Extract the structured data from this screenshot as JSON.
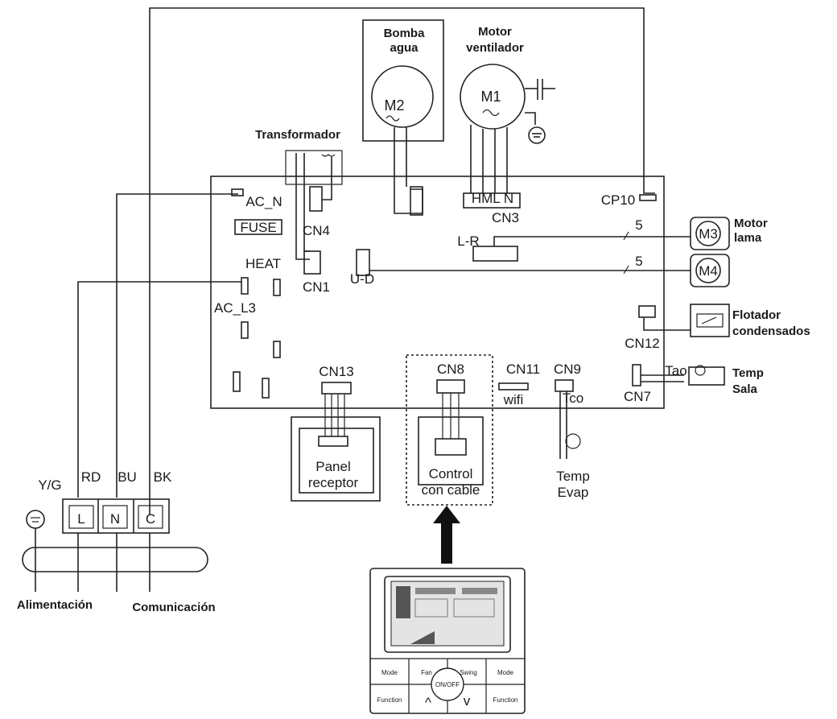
{
  "components": {
    "pump_title_1": "Bomba",
    "pump_title_2": "agua",
    "pump_symbol": "M2",
    "fan_title_1": "Motor",
    "fan_title_2": "ventilador",
    "fan_symbol": "M1",
    "transformer": "Transformador",
    "louver_motor_1": "Motor",
    "louver_motor_2": "lama",
    "louver_symbol": "M3",
    "updown_symbol": "M4",
    "float_1": "Flotador",
    "float_2": "condensados",
    "room_temp_1": "Temp",
    "room_temp_2": "Sala",
    "evap_temp_1": "Temp",
    "evap_temp_2": "Evap",
    "receiver_1": "Panel",
    "receiver_2": "receptor",
    "wired_1": "Control",
    "wired_2": "con cable"
  },
  "board": {
    "ac_n": "AC_N",
    "fuse": "FUSE",
    "cn4": "CN4",
    "heat": "HEAT",
    "cn1": "CN1",
    "ud": "U-D",
    "ac_l3": "AC_L3",
    "cn3": "CN3",
    "cn3_pins": "HML N",
    "cp10": "CP10",
    "lr": "L-R",
    "wire5a": "5",
    "wire5b": "5",
    "cn12": "CN12",
    "cn13": "CN13",
    "cn8": "CN8",
    "cn11": "CN11",
    "wifi": "wifi",
    "cn9": "CN9",
    "tco": "Tco",
    "tao": "Tao",
    "cn7": "CN7"
  },
  "terminal": {
    "yg": "Y/G",
    "rd": "RD",
    "bu": "BU",
    "bk": "BK",
    "l": "L",
    "n": "N",
    "c": "C",
    "power": "Alimentación",
    "comm": "Comunicación"
  },
  "remote": {
    "btn_tl": "Mode",
    "btn_tm": "Fan",
    "btn_tr": "Swing",
    "btn_trr": "Mode",
    "btn_bl": "Function",
    "btn_br": "Function",
    "center": "ON/OFF",
    "up": "^",
    "down": "v"
  }
}
